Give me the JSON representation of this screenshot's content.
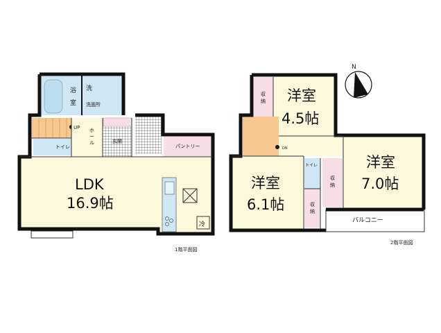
{
  "colors": {
    "room": "#fbf8dc",
    "wet": "#cfe6f5",
    "storage": "#f7dde6",
    "stairs": "#f6c88f",
    "entry": "#dddddd",
    "wall": "#111111"
  },
  "floor1": {
    "caption": "1階平面図",
    "rooms": {
      "bath": "浴\n室",
      "bath_top": "浴",
      "bath_bottom": "室",
      "washroom": "洗面所",
      "washer": "洗",
      "toilet": "トイレ",
      "hall_1": "ホ",
      "hall_2": "ー",
      "hall_3": "ル",
      "entrance": "玄関",
      "pantry": "パントリー",
      "ldk_name": "LDK",
      "ldk_size": "16.9帖",
      "fridge": "冷",
      "stairs_dir": "UP"
    }
  },
  "floor2": {
    "caption": "2階平面図",
    "compass": "N",
    "rooms": {
      "room_a_name": "洋室",
      "room_a_size": "4.5帖",
      "room_b_name": "洋室",
      "room_b_size": "6.1帖",
      "room_c_name": "洋室",
      "room_c_size": "7.0帖",
      "storage_1": "収",
      "storage_1b": "納",
      "storage_2": "収",
      "storage_2b": "納",
      "storage_3": "収",
      "storage_3b": "納",
      "toilet": "トイレ",
      "balcony": "バルコニー",
      "stairs_dir": "DN"
    }
  }
}
